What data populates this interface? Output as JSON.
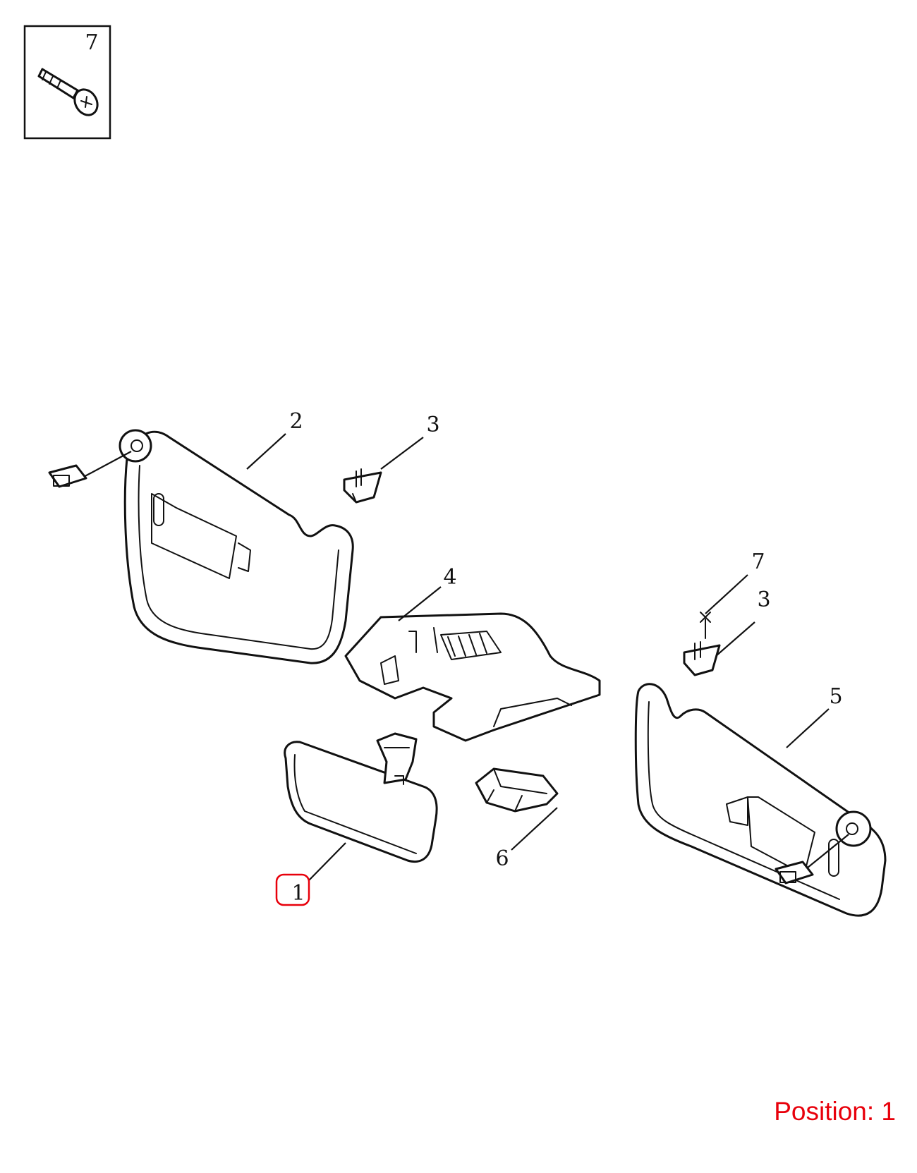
{
  "inset": {
    "callout": "7"
  },
  "callouts": {
    "mirror": "1",
    "visor_left": "2",
    "clip_upper": "3",
    "console": "4",
    "visor_right": "5",
    "bracket": "6",
    "screw": "7",
    "clip_right": "3"
  },
  "footer": {
    "position_text": "Position: 1"
  },
  "colors": {
    "line": "#111111",
    "highlight": "#e8000b",
    "background": "#ffffff"
  }
}
